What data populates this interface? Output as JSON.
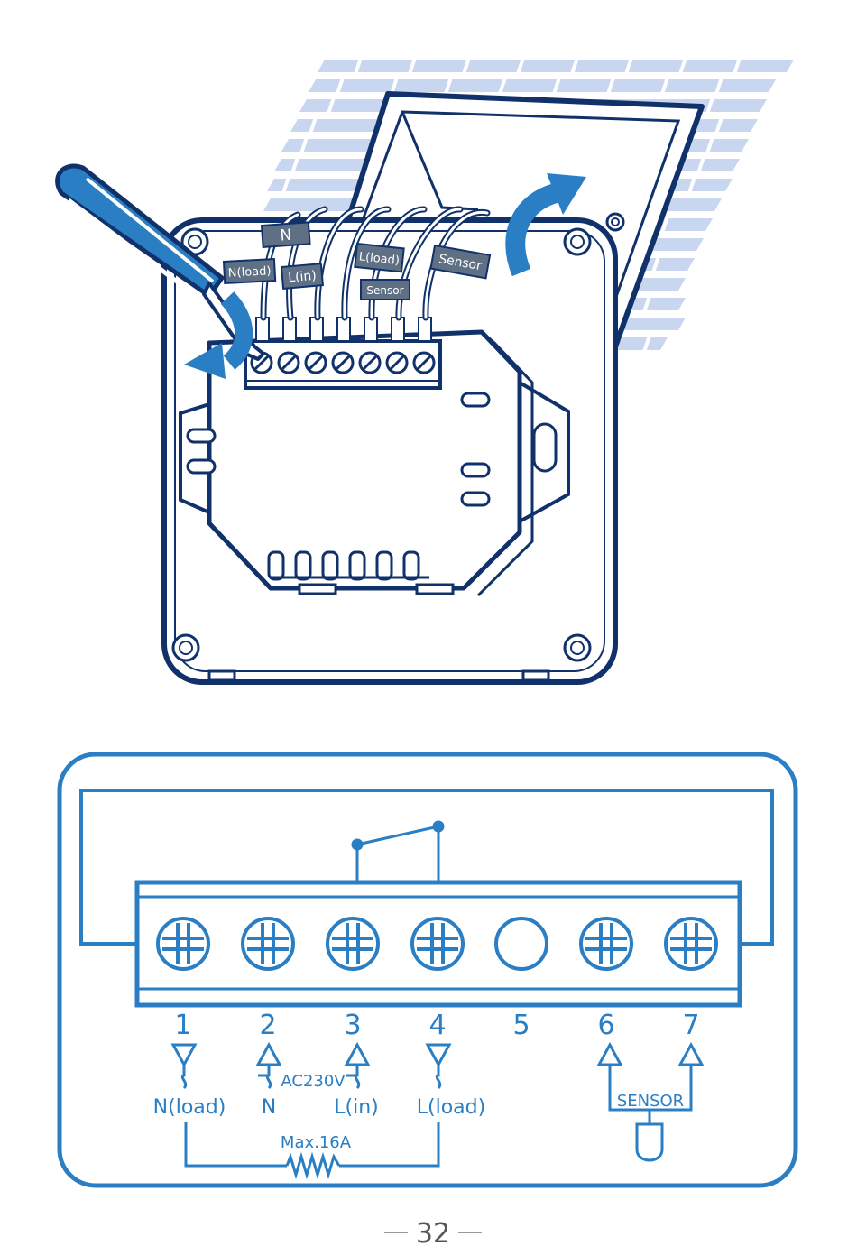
{
  "install_illustration": {
    "wire_labels": {
      "n": "N",
      "n_load": "N(load)",
      "l_in": "L(in)",
      "l_load": "L(load)",
      "sensor_small": "Sensor",
      "sensor_large": "Sensor"
    },
    "icons": [
      "screwdriver-icon",
      "rotate-arrow-icon",
      "lift-arrow-icon"
    ]
  },
  "wiring_diagram": {
    "terminals": [
      {
        "number": "1",
        "label": "N(load)"
      },
      {
        "number": "2",
        "label": "N"
      },
      {
        "number": "3",
        "label": "L(in)"
      },
      {
        "number": "4",
        "label": "L(load)"
      },
      {
        "number": "5",
        "label": ""
      },
      {
        "number": "6",
        "label": ""
      },
      {
        "number": "7",
        "label": ""
      }
    ],
    "supply_label": "AC230V",
    "load_label": "Max.16A",
    "sensor_label": "SENSOR"
  },
  "page_number": "32",
  "colors": {
    "accent": "#2a7ec4",
    "dark": "#11316b",
    "label_bg": "#5f6f84",
    "wall": "#c9d6ef"
  }
}
